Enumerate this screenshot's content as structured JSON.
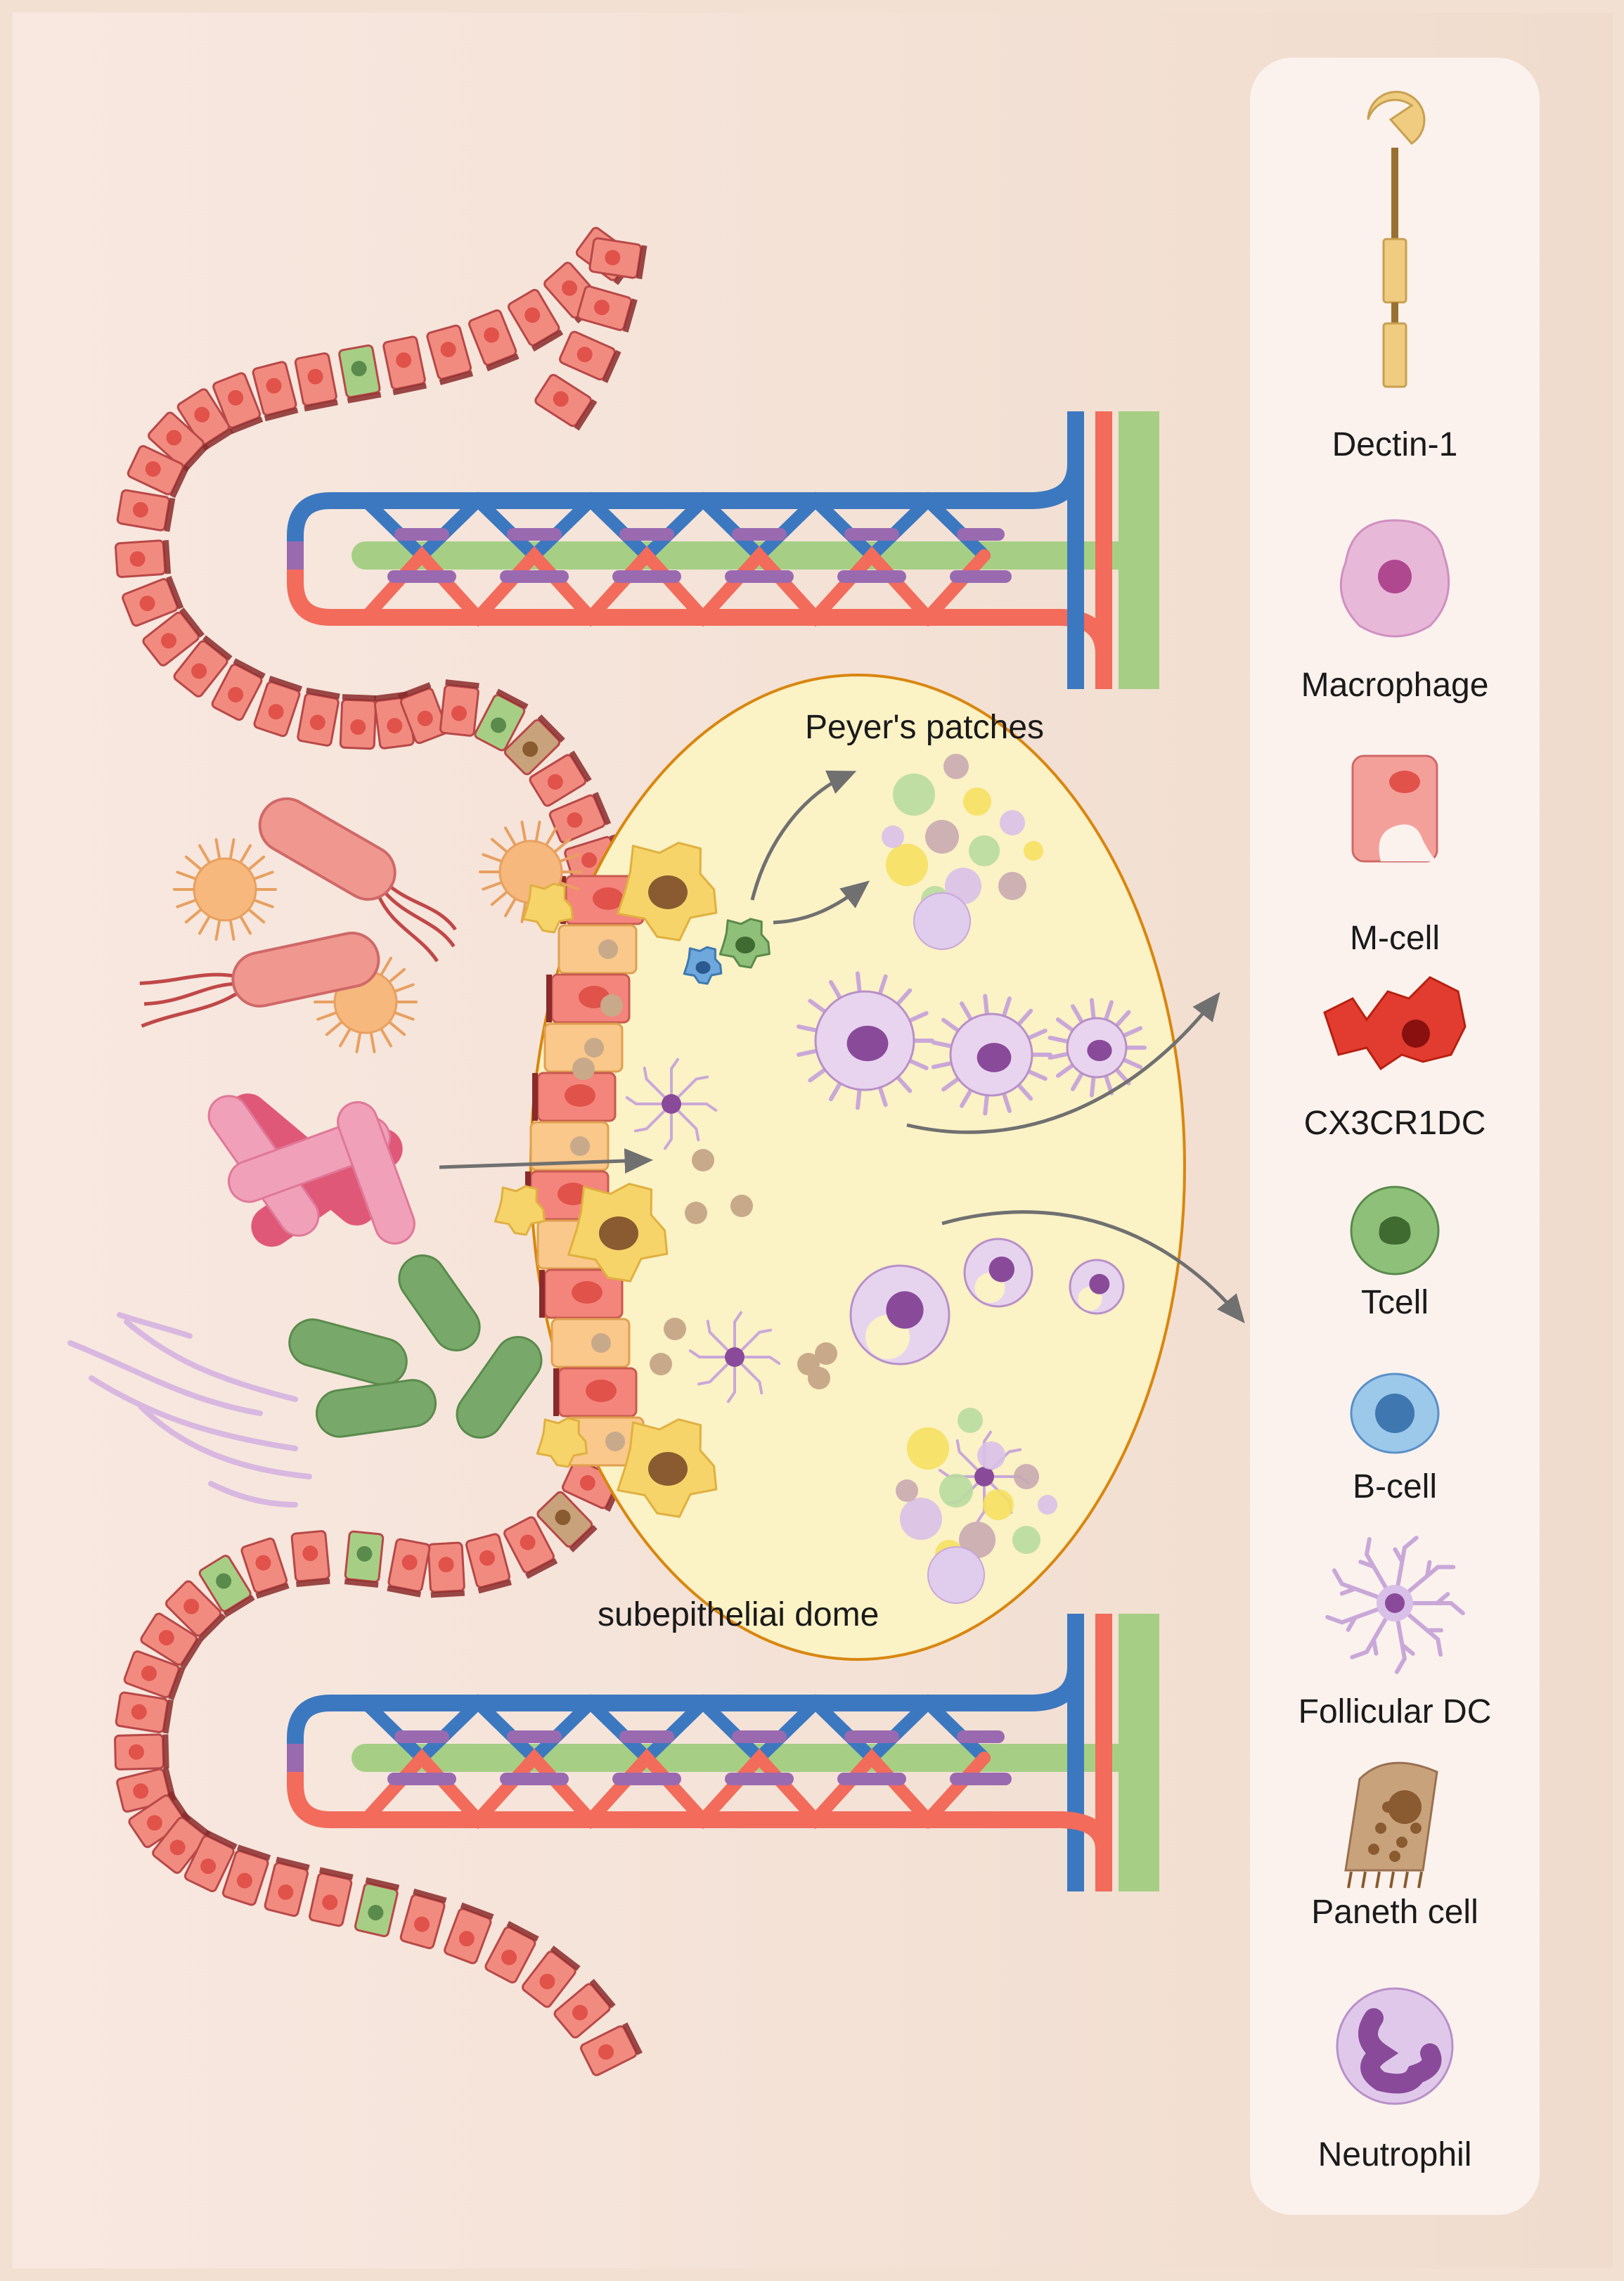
{
  "diagram": {
    "labels": {
      "peyers_patches": "Peyer's patches",
      "subepithelial_dome": "subepitheliai dome"
    },
    "legend": [
      {
        "key": "dectin1",
        "label": "Dectin-1",
        "icon": "dectin-1-receptor-icon"
      },
      {
        "key": "macrophage",
        "label": "Macrophage",
        "icon": "macrophage-icon"
      },
      {
        "key": "mcell",
        "label": "M-cell",
        "icon": "m-cell-icon"
      },
      {
        "key": "cx3cr1dc",
        "label": "CX3CR1DC",
        "icon": "cx3cr1-dendritic-cell-icon"
      },
      {
        "key": "tcell",
        "label": "Tcell",
        "icon": "t-cell-icon"
      },
      {
        "key": "bcell",
        "label": "B-cell",
        "icon": "b-cell-icon"
      },
      {
        "key": "follicular_dc",
        "label": "Follicular DC",
        "icon": "follicular-dendritic-cell-icon"
      },
      {
        "key": "paneth",
        "label": "Paneth cell",
        "icon": "paneth-cell-icon"
      },
      {
        "key": "neutrophil",
        "label": "Neutrophil",
        "icon": "neutrophil-icon"
      }
    ],
    "colors": {
      "background": "#f2e0d3",
      "epithelium": "#f28b7f",
      "nucleus": "#e0524a",
      "brush_border": "#8a2a2a",
      "artery": "#f26b5b",
      "vein": "#3c78c0",
      "lymph": "#a6cf85",
      "capillary_mix": "#9a6ab0",
      "dome": "#fbf2c6",
      "dome_border": "#d9860f",
      "yellow_cell": "#f6d46a",
      "macrophage": "#e8b8d8",
      "tcell": "#8fc07a",
      "bcell": "#6ea8dc",
      "cx3cr1": "#e23c30",
      "dendritic": "#c9a8d8",
      "neutrophil": "#d6b8e0",
      "paneth": "#c8a27a",
      "fungi": "#f6b87c",
      "bacteria_red": "#f09890",
      "bacteria_pink": "#f0a0b8",
      "bacteria_green": "#78a86a",
      "hyphae": "#d8b8e0",
      "legend_panel": "#fbf2ee",
      "arrow": "#707070"
    }
  }
}
